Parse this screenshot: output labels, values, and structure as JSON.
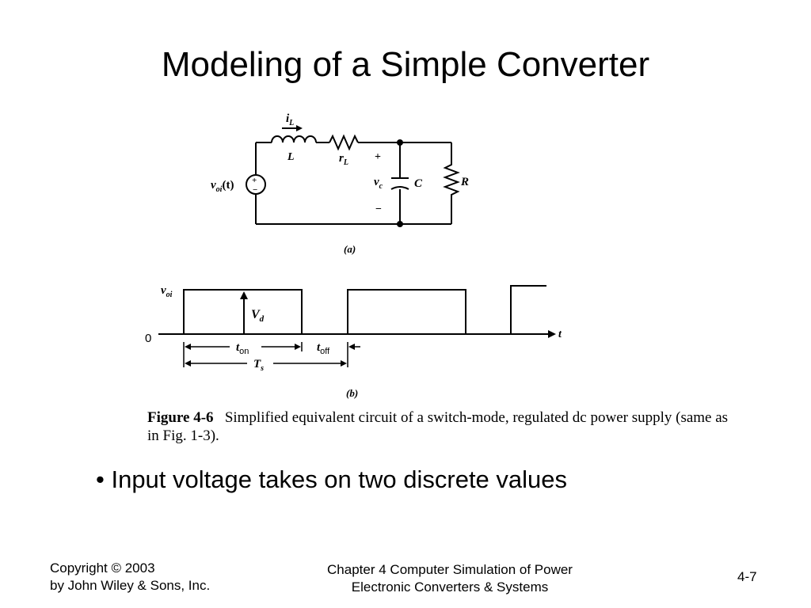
{
  "slide": {
    "title": "Modeling of a Simple Converter",
    "bullet": "• Input voltage takes on two discrete values",
    "footer": {
      "copyright_line1": "Copyright © 2003",
      "copyright_line2": "by John Wiley & Sons, Inc.",
      "chapter_line1": "Chapter 4 Computer Simulation of Power",
      "chapter_line2": "Electronic Converters & Systems",
      "page": "4-7"
    }
  },
  "figure": {
    "circuit": {
      "source_label": "v",
      "source_sub": "oi",
      "source_arg": "(t)",
      "current_label": "i",
      "current_sub": "L",
      "inductor_label": "L",
      "resistor_label": "r",
      "resistor_sub": "L",
      "cap_voltage_label": "v",
      "cap_voltage_sub": "c",
      "plus": "+",
      "minus": "−",
      "capacitor_label": "C",
      "load_label": "R",
      "sublabel": "(a)"
    },
    "waveform": {
      "y_label": "v",
      "y_sub": "oi",
      "x_label": "t",
      "zero": "0",
      "amplitude_label": "V",
      "amplitude_sub": "d",
      "ton_label": "t",
      "ton_sub": "on",
      "toff_label": "t",
      "toff_sub": "off",
      "period_label": "T",
      "period_sub": "s",
      "sublabel": "(b)"
    },
    "caption_label": "Figure 4-6",
    "caption_text": "Simplified equivalent circuit of a switch-mode, regulated dc power supply (same as in Fig. 1-3)."
  }
}
